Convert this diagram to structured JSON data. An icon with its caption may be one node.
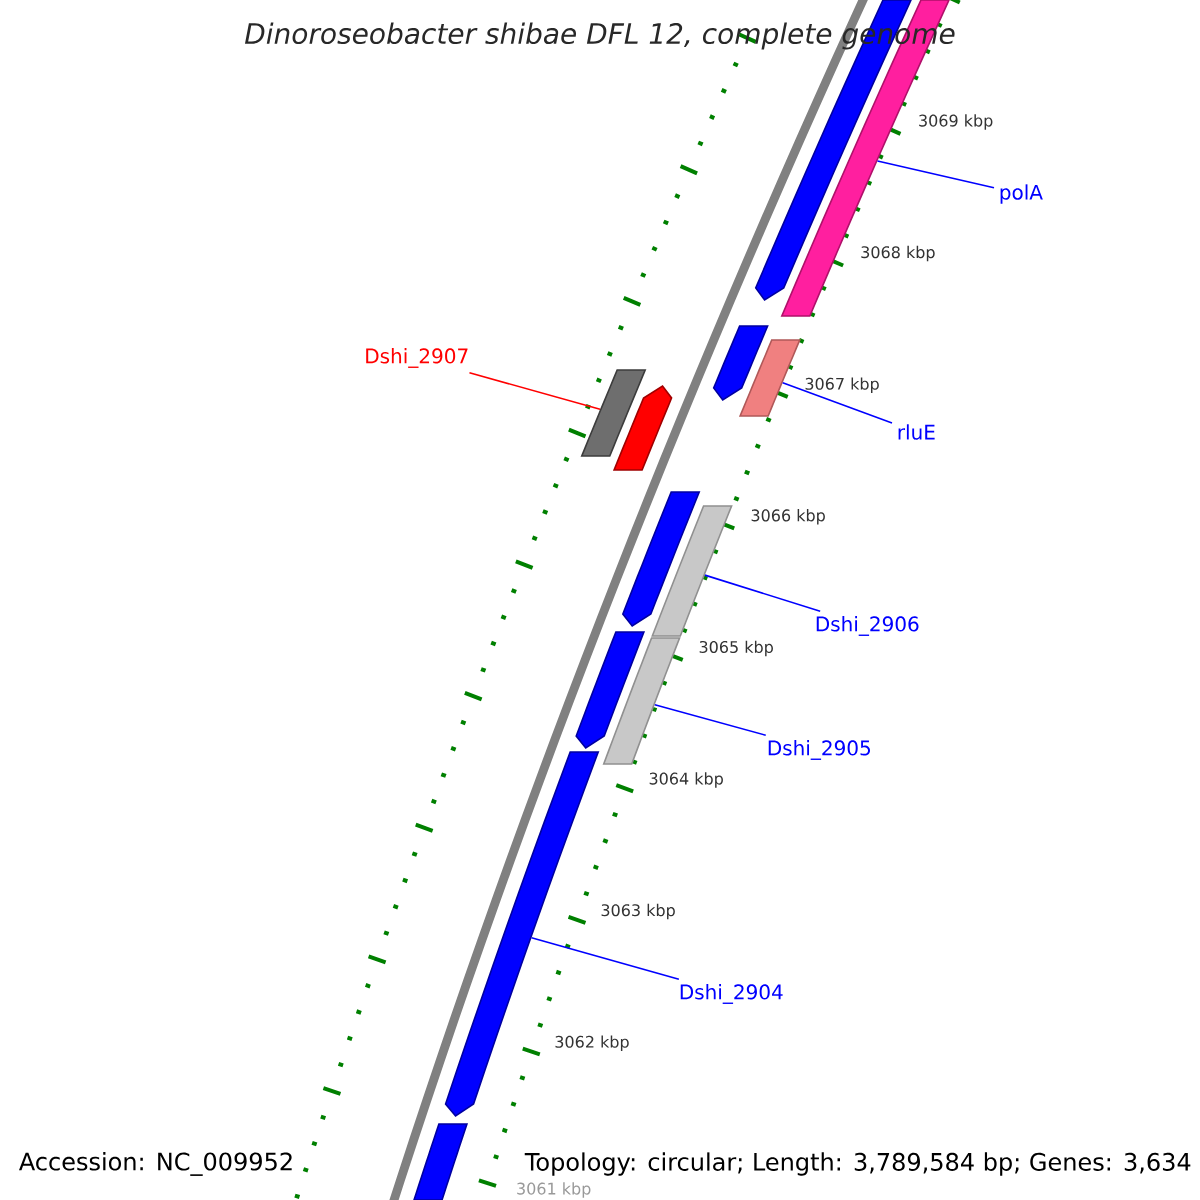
{
  "diagram": {
    "title": "Dinoroseobacter shibae DFL 12, complete genome",
    "nodes": [
      {
        "text": [
          "polA"
        ]
      },
      {
        "text": [
          "Dshi_2907"
        ]
      },
      {
        "text": [
          "rluE"
        ]
      },
      {
        "text": [
          "Dshi_2906"
        ]
      },
      {
        "text": [
          "Dshi_2905"
        ]
      },
      {
        "text": [
          "Dshi_2904"
        ]
      },
      {
        "text": [],
        "shape": "bar"
      },
      {
        "text": [],
        "shape": "bar"
      },
      {
        "text": [],
        "shape": "bar"
      },
      {
        "text": [],
        "shape": "bar"
      },
      {
        "text": [],
        "shape": "bar"
      },
      {
        "text": [],
        "shape": "bar"
      },
      {
        "text": [],
        "shape": "bar"
      },
      {
        "text": [],
        "shape": "bar"
      },
      {
        "text": [],
        "shape": "bar"
      },
      {
        "text": [],
        "shape": "bar"
      },
      {
        "text": [],
        "shape": "bar"
      },
      {
        "text": [],
        "shape": "bar"
      }
    ],
    "edges": [
      {
        "from": 0,
        "to": 7,
        "arrow": "none"
      },
      {
        "from": 1,
        "to": 10,
        "arrow": "none",
        "color": "#ff0000"
      },
      {
        "from": 2,
        "to": 9,
        "arrow": "none"
      },
      {
        "from": 3,
        "to": 13,
        "arrow": "none"
      },
      {
        "from": 4,
        "to": 15,
        "arrow": "none"
      },
      {
        "from": 5,
        "to": 16,
        "arrow": "none"
      }
    ],
    "labels": [
      "3069 kbp",
      "3068 kbp",
      "3067 kbp",
      "3066 kbp",
      "3065 kbp",
      "3064 kbp",
      "3063 kbp",
      "3062 kbp",
      "3061 kbp",
      "Accession: NC_009952",
      "Topology: circular; Length: 3,789,584 bp; Genes: 3,634"
    ]
  }
}
